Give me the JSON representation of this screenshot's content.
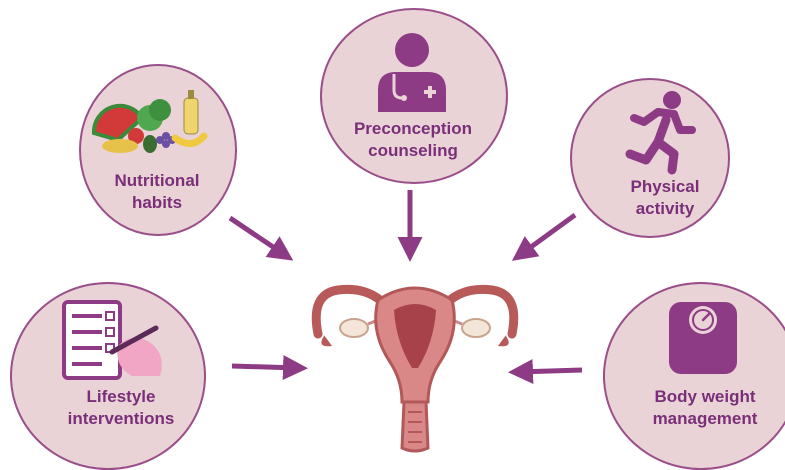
{
  "nodes": {
    "nutritional": {
      "line1": "Nutritional",
      "line2": "habits",
      "icon": "fruits-vegetables-icon"
    },
    "preconception": {
      "line1": "Preconception",
      "line2": "counseling",
      "icon": "doctor-icon"
    },
    "physical": {
      "line1": "Physical",
      "line2": "activity",
      "icon": "running-person-icon"
    },
    "lifestyle": {
      "line1": "Lifestyle",
      "line2": "interventions",
      "icon": "checklist-icon"
    },
    "bodyweight": {
      "line1": "Body weight",
      "line2": "management",
      "icon": "weighing-scale-icon"
    }
  },
  "center": {
    "icon": "uterus-icon"
  },
  "colors": {
    "circle_fill": "#e9d3d6",
    "circle_border": "#9a4e8a",
    "accent": "#8e3b86",
    "text": "#7a2f78"
  }
}
